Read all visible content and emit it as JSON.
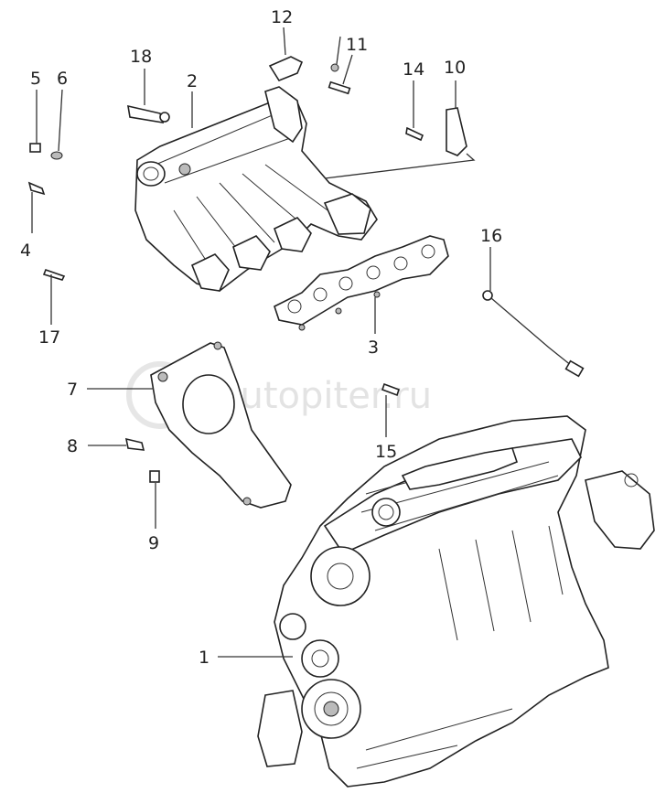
{
  "watermark": "autopiter.ru",
  "callouts": [
    "1",
    "2",
    "3",
    "4",
    "5",
    "6",
    "7",
    "8",
    "9",
    "10",
    "11",
    "12",
    "14",
    "15",
    "16",
    "17",
    "18"
  ]
}
